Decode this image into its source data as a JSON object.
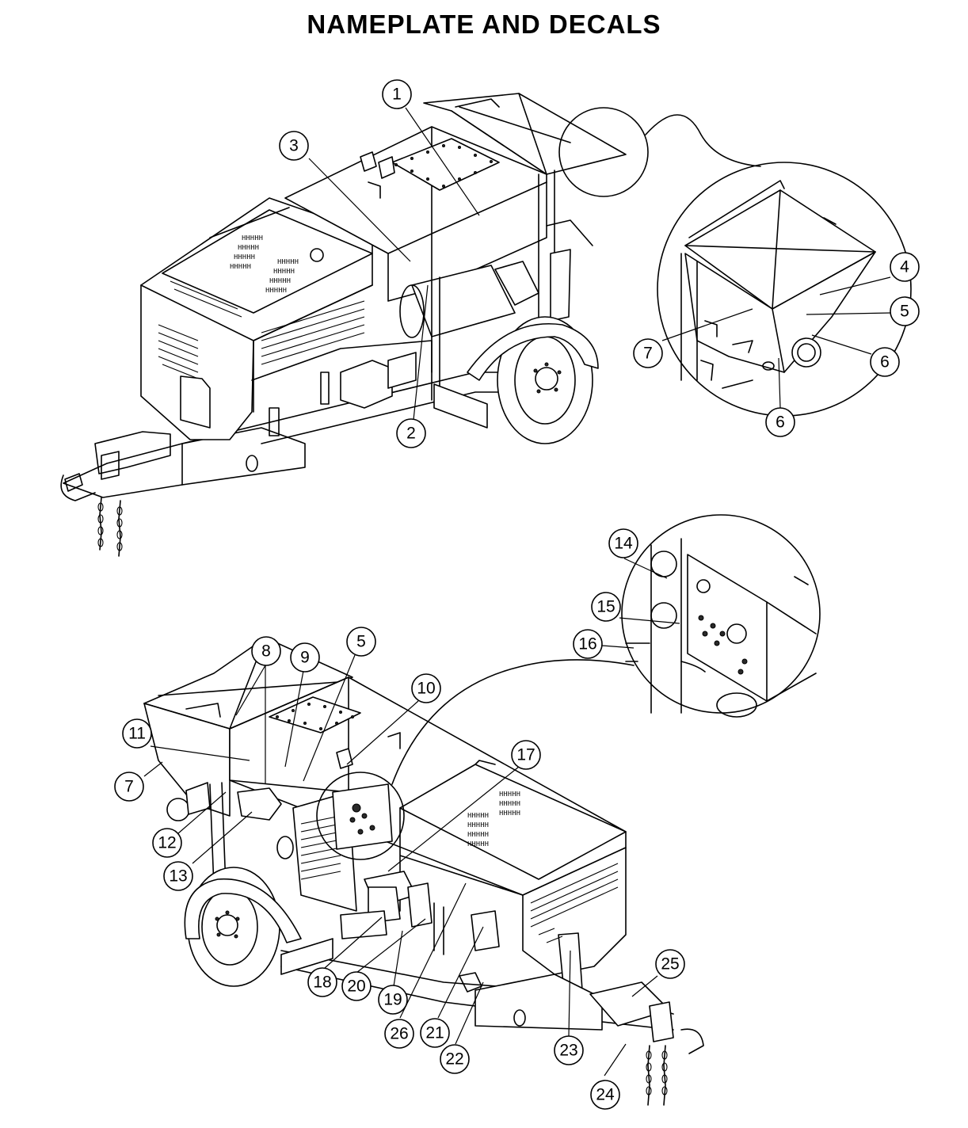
{
  "title": "NAMEPLATE AND DECALS",
  "callouts": [
    {
      "id": "1",
      "label": "1"
    },
    {
      "id": "2",
      "label": "2"
    },
    {
      "id": "3",
      "label": "3"
    },
    {
      "id": "4",
      "label": "4"
    },
    {
      "id": "5a",
      "label": "5"
    },
    {
      "id": "6a",
      "label": "6"
    },
    {
      "id": "6b",
      "label": "6"
    },
    {
      "id": "7a",
      "label": "7"
    },
    {
      "id": "14",
      "label": "14"
    },
    {
      "id": "15",
      "label": "15"
    },
    {
      "id": "16",
      "label": "16"
    },
    {
      "id": "8",
      "label": "8"
    },
    {
      "id": "9",
      "label": "9"
    },
    {
      "id": "5b",
      "label": "5"
    },
    {
      "id": "10",
      "label": "10"
    },
    {
      "id": "17",
      "label": "17"
    },
    {
      "id": "11",
      "label": "11"
    },
    {
      "id": "7b",
      "label": "7"
    },
    {
      "id": "12",
      "label": "12"
    },
    {
      "id": "13",
      "label": "13"
    },
    {
      "id": "18",
      "label": "18"
    },
    {
      "id": "20",
      "label": "20"
    },
    {
      "id": "19",
      "label": "19"
    },
    {
      "id": "26",
      "label": "26"
    },
    {
      "id": "21",
      "label": "21"
    },
    {
      "id": "22",
      "label": "22"
    },
    {
      "id": "23",
      "label": "23"
    },
    {
      "id": "24",
      "label": "24"
    },
    {
      "id": "25",
      "label": "25"
    }
  ]
}
